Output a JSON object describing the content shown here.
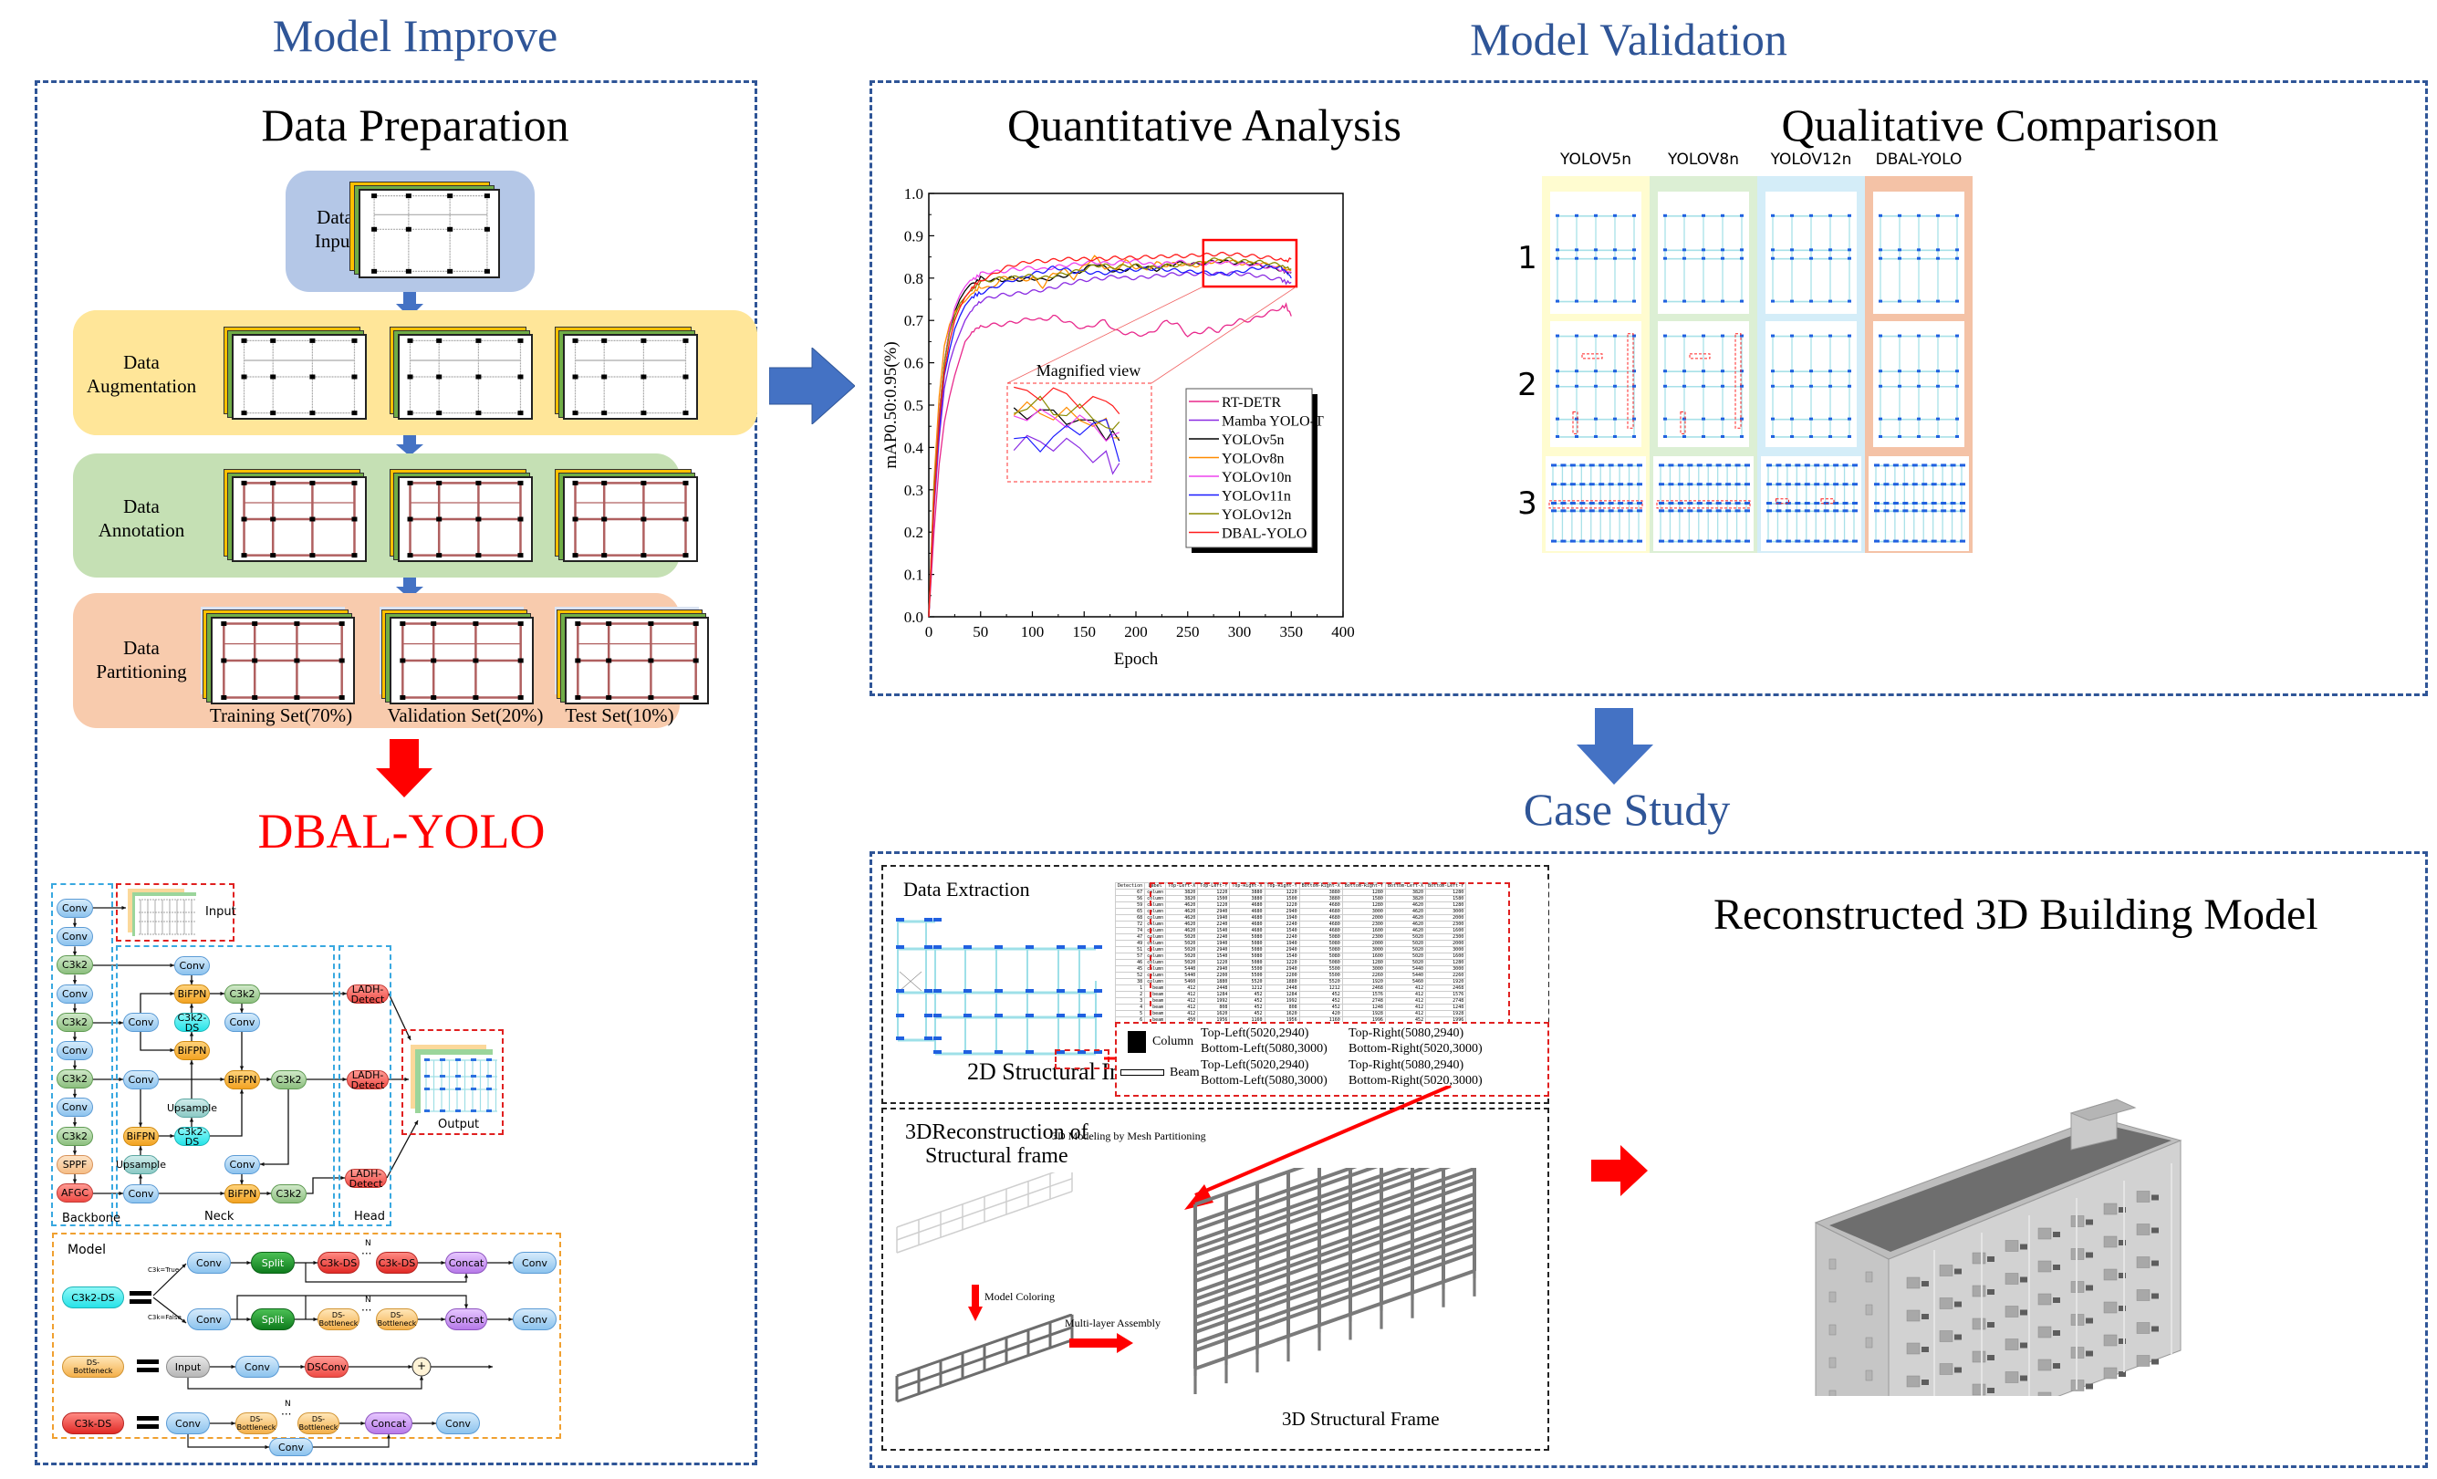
{
  "titles": {
    "model_improve": "Model Improve",
    "model_validation": "Model Validation",
    "case_study": "Case Study"
  },
  "data_preparation": {
    "title": "Data  Preparation",
    "stages": [
      {
        "label_line1": "Data",
        "label_line2": "Input",
        "color": "#b4c7e7"
      },
      {
        "label_line1": "Data",
        "label_line2": "Augmentation",
        "color": "#ffe699"
      },
      {
        "label_line1": "Data",
        "label_line2": "Annotation",
        "color": "#c5e0b4"
      },
      {
        "label_line1": "Data",
        "label_line2": "Partitioning",
        "color": "#f8cbad"
      }
    ],
    "partitions": [
      "Training Set(70%)",
      "Validation Set(20%)",
      "Test Set(10%)"
    ]
  },
  "model_name": "DBAL-YOLO",
  "architecture": {
    "input_label": "Input",
    "output_label": "Output",
    "sections": [
      "Backbone",
      "Neck",
      "Head"
    ],
    "backbone": [
      "Conv",
      "Conv",
      "C3k2",
      "Conv",
      "C3k2",
      "Conv",
      "C3k2",
      "Conv",
      "C3k2",
      "SPPF",
      "AFGC"
    ],
    "neck": {
      "conv_top": "Conv",
      "bifpn": "BiFPN",
      "c3k2": "C3k2",
      "c3k2_ds": "C3k2-DS",
      "conv": "Conv",
      "upsample": "Upsample"
    },
    "head": [
      "LADH-Detect",
      "LADH-Detect",
      "LADH-Detect"
    ]
  },
  "module_defs": {
    "title": "Model",
    "c3k2_ds": {
      "name": "C3k2-DS",
      "branch_true": "C3k=True",
      "branch_false": "C3k=False",
      "row_true": [
        "Conv",
        "Split",
        "C3k-DS",
        "C3k-DS",
        "Concat",
        "Conv"
      ],
      "row_false": [
        "Conv",
        "Split",
        "DS-Bottleneck",
        "DS-Bottleneck",
        "Concat",
        "Conv"
      ],
      "repeat": "N",
      "ellipsis": "···"
    },
    "ds_bottleneck": {
      "name": "DS-Bottleneck",
      "row": [
        "Input",
        "Conv",
        "DSConv"
      ],
      "add_symbol": "+"
    },
    "c3k_ds": {
      "name": "C3k-DS",
      "row": [
        "Conv",
        "DS-Bottleneck",
        "DS-Bottleneck",
        "Concat",
        "Conv"
      ],
      "skip": "Conv",
      "repeat": "N",
      "ellipsis": "···"
    }
  },
  "quantitative": {
    "title": "Quantitative Analysis",
    "inset_label": "Magnified view"
  },
  "chart_data": {
    "type": "line",
    "title": "",
    "xlabel": "Epoch",
    "ylabel": "mAP0.50:0.95(%)",
    "xlim": [
      0,
      400
    ],
    "ylim": [
      0.0,
      1.0
    ],
    "xticks": [
      0,
      50,
      100,
      150,
      200,
      250,
      300,
      350,
      400
    ],
    "yticks": [
      0.0,
      0.1,
      0.2,
      0.3,
      0.4,
      0.5,
      0.6,
      0.7,
      0.8,
      0.9,
      1.0
    ],
    "legend_position": "lower-right",
    "zoom_region": {
      "x": [
        265,
        355
      ],
      "y": [
        0.78,
        0.89
      ]
    },
    "x": [
      0,
      5,
      10,
      15,
      20,
      25,
      30,
      35,
      40,
      45,
      50,
      60,
      70,
      80,
      90,
      100,
      110,
      120,
      130,
      140,
      150,
      160,
      170,
      180,
      190,
      200,
      210,
      220,
      230,
      240,
      250,
      260,
      270,
      280,
      290,
      300,
      310,
      320,
      330,
      340,
      345,
      350
    ],
    "series": [
      {
        "name": "RT-DETR",
        "color": "#e8288c",
        "values": [
          0.0,
          0.2,
          0.36,
          0.46,
          0.52,
          0.57,
          0.61,
          0.65,
          0.665,
          0.68,
          0.685,
          0.69,
          0.69,
          0.695,
          0.7,
          0.705,
          0.7,
          0.71,
          0.7,
          0.69,
          0.68,
          0.69,
          0.7,
          0.675,
          0.67,
          0.668,
          0.665,
          0.68,
          0.7,
          0.69,
          0.665,
          0.67,
          0.68,
          0.675,
          0.69,
          0.7,
          0.7,
          0.71,
          0.72,
          0.73,
          0.735,
          0.71
        ]
      },
      {
        "name": "Mamba YOLO-T",
        "color": "#8a2be2",
        "values": [
          0.0,
          0.25,
          0.42,
          0.54,
          0.6,
          0.64,
          0.67,
          0.7,
          0.72,
          0.735,
          0.745,
          0.755,
          0.76,
          0.762,
          0.765,
          0.768,
          0.772,
          0.777,
          0.785,
          0.79,
          0.795,
          0.798,
          0.8,
          0.805,
          0.8,
          0.8,
          0.803,
          0.805,
          0.808,
          0.81,
          0.81,
          0.81,
          0.81,
          0.81,
          0.812,
          0.81,
          0.808,
          0.805,
          0.8,
          0.797,
          0.79,
          0.79
        ]
      },
      {
        "name": "YOLOv5n",
        "color": "#000000",
        "values": [
          0.0,
          0.3,
          0.48,
          0.6,
          0.68,
          0.72,
          0.75,
          0.77,
          0.785,
          0.79,
          0.8,
          0.795,
          0.795,
          0.8,
          0.795,
          0.8,
          0.795,
          0.8,
          0.805,
          0.81,
          0.82,
          0.835,
          0.825,
          0.815,
          0.82,
          0.83,
          0.825,
          0.82,
          0.83,
          0.835,
          0.835,
          0.832,
          0.838,
          0.84,
          0.838,
          0.835,
          0.835,
          0.83,
          0.825,
          0.82,
          0.815,
          0.812
        ]
      },
      {
        "name": "YOLOv8n",
        "color": "#ff8c00",
        "values": [
          0.0,
          0.32,
          0.52,
          0.64,
          0.69,
          0.72,
          0.735,
          0.745,
          0.76,
          0.77,
          0.78,
          0.775,
          0.8,
          0.8,
          0.795,
          0.8,
          0.78,
          0.81,
          0.82,
          0.8,
          0.83,
          0.85,
          0.825,
          0.82,
          0.84,
          0.825,
          0.82,
          0.835,
          0.83,
          0.835,
          0.83,
          0.83,
          0.838,
          0.84,
          0.842,
          0.835,
          0.835,
          0.835,
          0.83,
          0.825,
          0.82,
          0.818
        ]
      },
      {
        "name": "YOLOv10n",
        "color": "#ee44ee",
        "values": [
          0.0,
          0.3,
          0.48,
          0.6,
          0.68,
          0.73,
          0.76,
          0.78,
          0.795,
          0.8,
          0.81,
          0.815,
          0.815,
          0.82,
          0.822,
          0.825,
          0.82,
          0.825,
          0.83,
          0.832,
          0.835,
          0.838,
          0.835,
          0.835,
          0.84,
          0.84,
          0.835,
          0.83,
          0.835,
          0.84,
          0.835,
          0.833,
          0.835,
          0.838,
          0.835,
          0.833,
          0.832,
          0.83,
          0.825,
          0.82,
          0.815,
          0.815
        ]
      },
      {
        "name": "YOLOv11n",
        "color": "#1a1aff",
        "values": [
          0.0,
          0.28,
          0.44,
          0.57,
          0.63,
          0.68,
          0.71,
          0.735,
          0.75,
          0.76,
          0.765,
          0.775,
          0.785,
          0.795,
          0.8,
          0.81,
          0.815,
          0.825,
          0.822,
          0.815,
          0.815,
          0.812,
          0.812,
          0.815,
          0.818,
          0.82,
          0.822,
          0.822,
          0.82,
          0.818,
          0.815,
          0.815,
          0.812,
          0.81,
          0.81,
          0.815,
          0.82,
          0.825,
          0.828,
          0.825,
          0.815,
          0.8
        ]
      },
      {
        "name": "YOLOv12n",
        "color": "#8b8b00",
        "values": [
          0.0,
          0.3,
          0.47,
          0.6,
          0.67,
          0.71,
          0.74,
          0.755,
          0.77,
          0.78,
          0.79,
          0.795,
          0.8,
          0.8,
          0.805,
          0.805,
          0.8,
          0.805,
          0.81,
          0.815,
          0.82,
          0.83,
          0.83,
          0.825,
          0.83,
          0.83,
          0.825,
          0.825,
          0.83,
          0.83,
          0.832,
          0.835,
          0.842,
          0.845,
          0.845,
          0.84,
          0.84,
          0.838,
          0.835,
          0.83,
          0.825,
          0.822
        ]
      },
      {
        "name": "DBAL-YOLO",
        "color": "#ff1a1a",
        "values": [
          0.0,
          0.27,
          0.46,
          0.58,
          0.65,
          0.7,
          0.73,
          0.755,
          0.77,
          0.785,
          0.795,
          0.805,
          0.82,
          0.83,
          0.835,
          0.84,
          0.84,
          0.842,
          0.845,
          0.845,
          0.845,
          0.845,
          0.845,
          0.848,
          0.848,
          0.848,
          0.85,
          0.85,
          0.852,
          0.852,
          0.852,
          0.855,
          0.855,
          0.857,
          0.857,
          0.855,
          0.853,
          0.85,
          0.848,
          0.845,
          0.84,
          0.845
        ]
      }
    ]
  },
  "qualitative": {
    "title": "Qualitative Comparison",
    "columns": [
      {
        "name": "YOLOV5n",
        "color": "#fffcd0"
      },
      {
        "name": "YOLOV8n",
        "color": "#dcefd4"
      },
      {
        "name": "YOLOV12n",
        "color": "#d4edf8"
      },
      {
        "name": "DBAL-YOLO",
        "color": "#f4c2a6"
      }
    ],
    "rows": [
      "1",
      "2",
      "3"
    ]
  },
  "case_study": {
    "data_extraction": {
      "title": "Data Extraction",
      "image_caption": "2D Structural Image",
      "table_headers": [
        "Detection",
        "Label",
        "Top-Left-X",
        "Top-Left-Y",
        "Top-Right-X",
        "Top-Right-Y",
        "Bottom-Right-X",
        "Bottom-Right-Y",
        "Bottom-Left-X",
        "Bottom-Left-Y"
      ],
      "table_rows": [
        [
          "67",
          "column",
          "3820",
          "1220",
          "3880",
          "1220",
          "3880",
          "1280",
          "3820",
          "1280"
        ],
        [
          "56",
          "column",
          "3820",
          "1500",
          "3880",
          "1500",
          "3880",
          "1580",
          "3820",
          "1580"
        ],
        [
          "59",
          "column",
          "4620",
          "1220",
          "4680",
          "1220",
          "4680",
          "1280",
          "4620",
          "1280"
        ],
        [
          "65",
          "column",
          "4620",
          "2940",
          "4680",
          "2940",
          "4680",
          "3000",
          "4620",
          "3000"
        ],
        [
          "68",
          "column",
          "4620",
          "1940",
          "4680",
          "1940",
          "4680",
          "2000",
          "4620",
          "2000"
        ],
        [
          "72",
          "column",
          "4620",
          "2240",
          "4680",
          "2240",
          "4680",
          "2300",
          "4620",
          "2300"
        ],
        [
          "74",
          "column",
          "4620",
          "1540",
          "4680",
          "1540",
          "4680",
          "1600",
          "4620",
          "1600"
        ],
        [
          "47",
          "column",
          "5020",
          "2240",
          "5080",
          "2240",
          "5080",
          "2300",
          "5020",
          "2300"
        ],
        [
          "49",
          "column",
          "5020",
          "1940",
          "5080",
          "1940",
          "5080",
          "2000",
          "5020",
          "2000"
        ],
        [
          "51",
          "column",
          "5020",
          "2940",
          "5080",
          "2940",
          "5080",
          "3000",
          "5020",
          "3000"
        ],
        [
          "57",
          "column",
          "5020",
          "1540",
          "5080",
          "1540",
          "5080",
          "1600",
          "5020",
          "1600"
        ],
        [
          "46",
          "column",
          "5020",
          "1220",
          "5080",
          "1220",
          "5080",
          "1280",
          "5020",
          "1280"
        ],
        [
          "45",
          "column",
          "5440",
          "2940",
          "5500",
          "2940",
          "5500",
          "3000",
          "5440",
          "3000"
        ],
        [
          "52",
          "column",
          "5440",
          "2200",
          "5500",
          "2200",
          "5500",
          "2260",
          "5440",
          "2260"
        ],
        [
          "38",
          "column",
          "5460",
          "1880",
          "5520",
          "1880",
          "5520",
          "1920",
          "5460",
          "1920"
        ],
        [
          "1",
          "beam",
          "412",
          "2448",
          "1212",
          "2448",
          "1212",
          "2468",
          "412",
          "2468"
        ],
        [
          "2",
          "beam",
          "412",
          "1284",
          "452",
          "1284",
          "452",
          "1576",
          "412",
          "1576"
        ],
        [
          "3",
          "beam",
          "412",
          "1992",
          "452",
          "1992",
          "452",
          "2748",
          "412",
          "2748"
        ],
        [
          "4",
          "beam",
          "412",
          "808",
          "452",
          "808",
          "452",
          "1248",
          "412",
          "1248"
        ],
        [
          "5",
          "beam",
          "412",
          "1620",
          "452",
          "1620",
          "420",
          "1928",
          "412",
          "1928"
        ],
        [
          "6",
          "beam",
          "450",
          "1956",
          "1160",
          "1956",
          "1160",
          "1996",
          "452",
          "1996"
        ],
        [
          "7",
          "beam",
          "450",
          "2744",
          "1160",
          "2744",
          "1160",
          "2784",
          "452",
          "2784"
        ],
        [
          "8",
          "beam",
          "450",
          "1244",
          "1160",
          "1244",
          "1160",
          "1284",
          "452",
          "1284"
        ],
        [
          "9",
          "beam",
          "450",
          "1564",
          "1160",
          "1564",
          "1160",
          "1604",
          "452",
          "1604"
        ],
        [
          "10",
          "beam",
          "455",
          "740",
          "1425",
          "740",
          "1425",
          "780",
          "452",
          "780"
        ],
        [
          "11",
          "beam",
          "932",
          "1564",
          "952",
          "1564",
          "952",
          "1996",
          "932",
          "1996"
        ],
        [
          "12",
          "beam",
          "1172",
          "1992",
          "1212",
          "1992",
          "1212",
          "2748",
          "1172",
          "2748"
        ],
        [
          "13",
          "beam",
          "1172",
          "1284",
          "1212",
          "1284",
          "1212",
          "1576",
          "1172",
          "1576"
        ]
      ],
      "legend": [
        {
          "type": "Column",
          "tl": "Top-Left(5020,2940)",
          "tr": "Top-Right(5080,2940)",
          "bl": "Bottom-Left(5080,3000)",
          "br": "Bottom-Right(5020,3000)"
        },
        {
          "type": "Beam",
          "tl": "Top-Left(5020,2940)",
          "tr": "Top-Right(5080,2940)",
          "bl": "Bottom-Left(5080,3000)",
          "br": "Bottom-Right(5020,3000)"
        }
      ]
    },
    "reconstruction": {
      "title_line1": "3DReconstruction of",
      "title_line2": "Structural frame",
      "mesh_label": "3D Modeling by Mesh Partitioning",
      "coloring_label": "Model Coloring",
      "assembly_label": "Multi-layer Assembly",
      "frame_caption": "3D Structural Frame"
    },
    "building_title": "Reconstructed 3D Building Model"
  },
  "colors": {
    "section_blue": "#2f5597",
    "arrow_blue": "#4472c4",
    "arrow_red": "#ff0000",
    "model_name_red": "#ff0000"
  }
}
